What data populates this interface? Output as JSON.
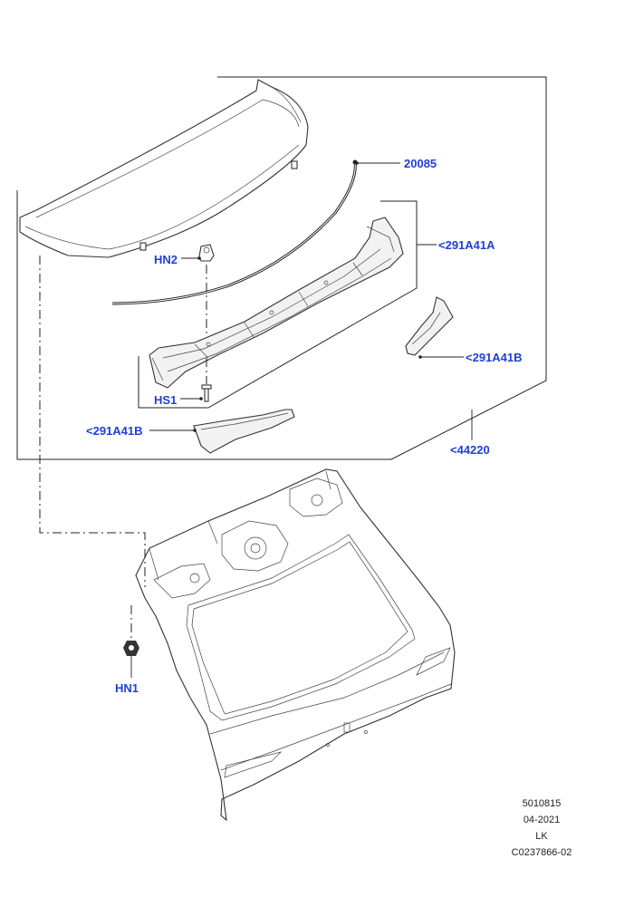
{
  "colors": {
    "callout": "#1e3fd8",
    "line": "#222222"
  },
  "callouts": {
    "seal": "20085",
    "spoiler_bracket_a": "<291A41A",
    "spoiler_bracket_b_right": "<291A41B",
    "spoiler_bracket_b_left": "<291A41B",
    "spoiler_assembly": "<44220",
    "nut_hn2": "HN2",
    "screw_hs1": "HS1",
    "nut_hn1": "HN1"
  },
  "meta": {
    "ref": "5010815",
    "date": "04-2021",
    "code": "LK",
    "illustration": "C0237866-02"
  }
}
